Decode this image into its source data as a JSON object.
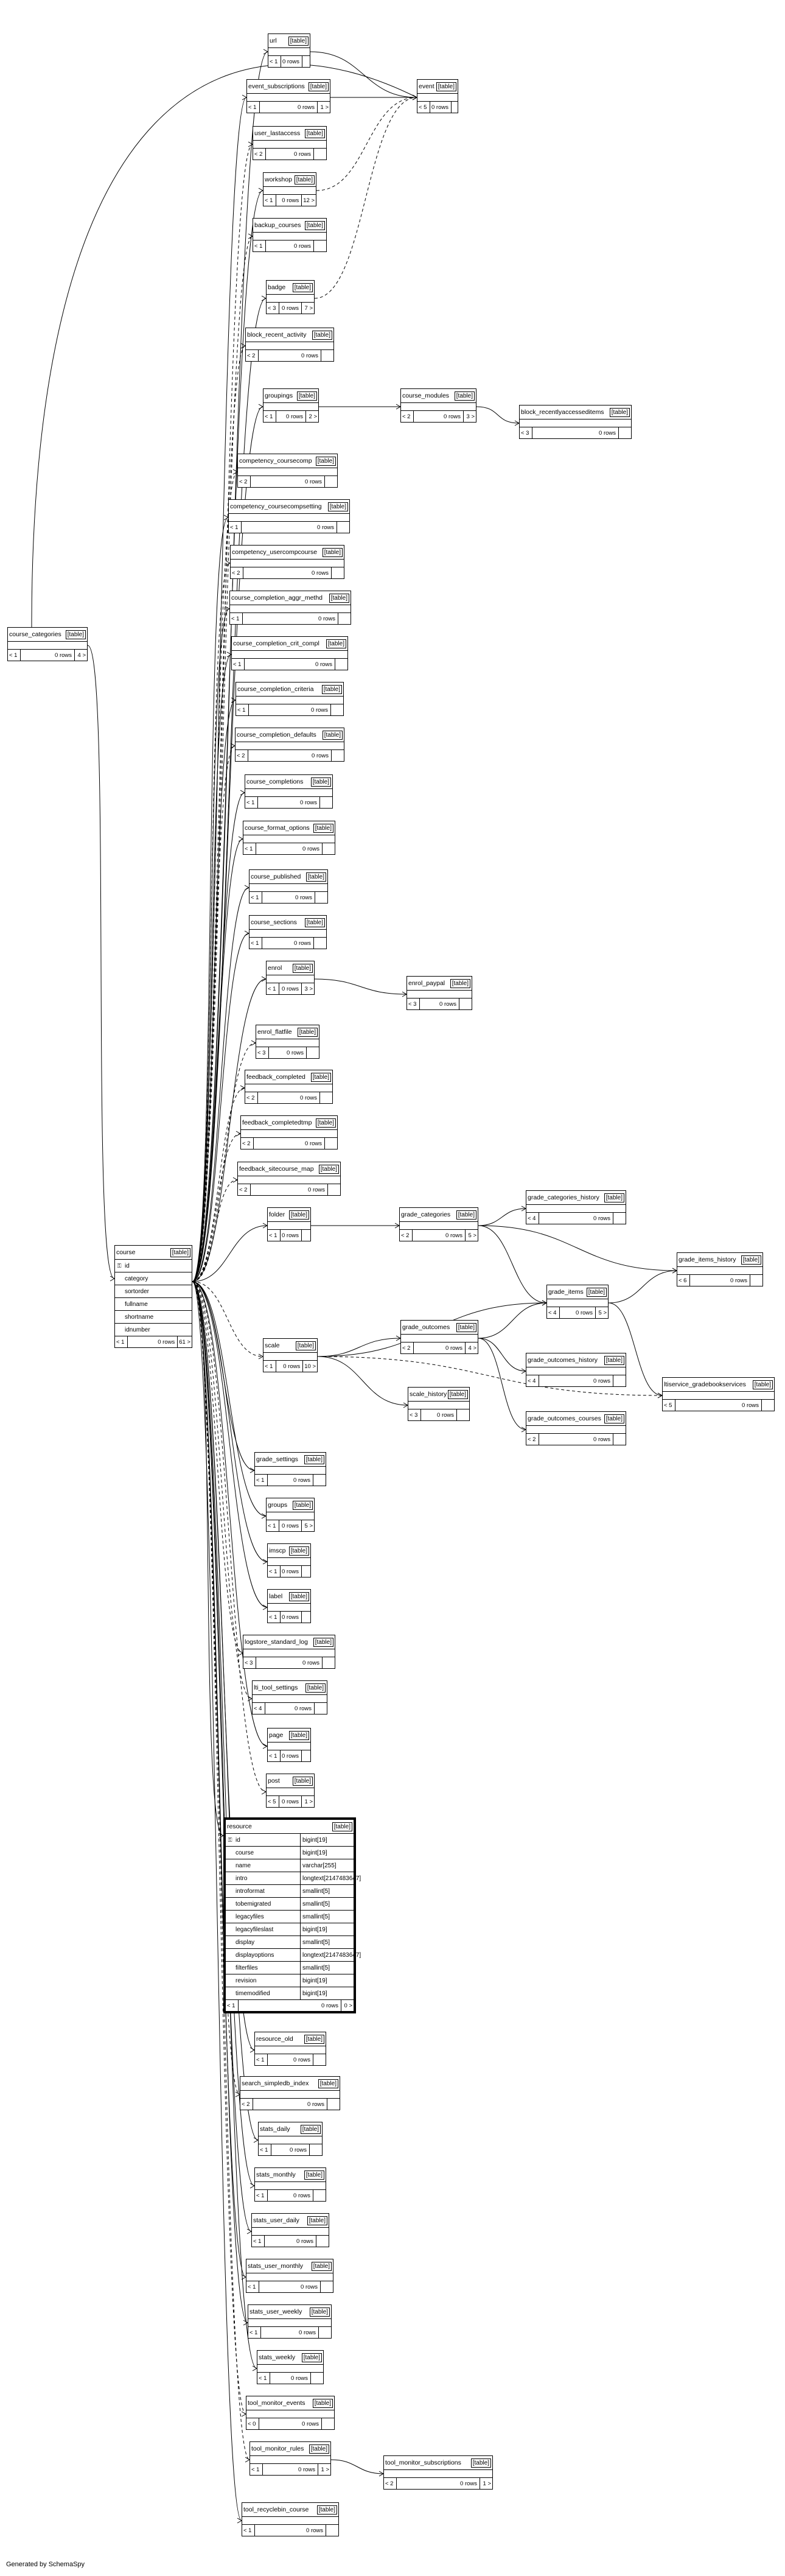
{
  "diagram": {
    "footer_text": "Generated by SchemaSpy",
    "tables": [
      {
        "id": "url",
        "name": "url",
        "kind": "[table]",
        "parents": "< 1",
        "rows": "0 rows",
        "children": ""
      },
      {
        "id": "event_subscriptions",
        "name": "event_subscriptions",
        "kind": "[table]",
        "parents": "< 1",
        "rows": "0 rows",
        "children": "1 >"
      },
      {
        "id": "event",
        "name": "event",
        "kind": "[table]",
        "parents": "< 5",
        "rows": "0 rows",
        "children": ""
      },
      {
        "id": "user_lastaccess",
        "name": "user_lastaccess",
        "kind": "[table]",
        "parents": "< 2",
        "rows": "0 rows",
        "children": ""
      },
      {
        "id": "workshop",
        "name": "workshop",
        "kind": "[table]",
        "parents": "< 1",
        "rows": "0 rows",
        "children": "12 >"
      },
      {
        "id": "backup_courses",
        "name": "backup_courses",
        "kind": "[table]",
        "parents": "< 1",
        "rows": "0 rows",
        "children": ""
      },
      {
        "id": "badge",
        "name": "badge",
        "kind": "[table]",
        "parents": "< 3",
        "rows": "0 rows",
        "children": "7 >"
      },
      {
        "id": "block_recent_activity",
        "name": "block_recent_activity",
        "kind": "[table]",
        "parents": "< 2",
        "rows": "0 rows",
        "children": ""
      },
      {
        "id": "groupings",
        "name": "groupings",
        "kind": "[table]",
        "parents": "< 1",
        "rows": "0 rows",
        "children": "2 >"
      },
      {
        "id": "course_modules",
        "name": "course_modules",
        "kind": "[table]",
        "parents": "< 2",
        "rows": "0 rows",
        "children": "3 >"
      },
      {
        "id": "block_recentlyaccesseditems",
        "name": "block_recentlyaccesseditems",
        "kind": "[table]",
        "parents": "< 3",
        "rows": "0 rows",
        "children": ""
      },
      {
        "id": "competency_coursecomp",
        "name": "competency_coursecomp",
        "kind": "[table]",
        "parents": "< 2",
        "rows": "0 rows",
        "children": ""
      },
      {
        "id": "competency_coursecompsetting",
        "name": "competency_coursecompsetting",
        "kind": "[table]",
        "parents": "< 1",
        "rows": "0 rows",
        "children": ""
      },
      {
        "id": "competency_usercompcourse",
        "name": "competency_usercompcourse",
        "kind": "[table]",
        "parents": "< 2",
        "rows": "0 rows",
        "children": ""
      },
      {
        "id": "course_categories",
        "name": "course_categories",
        "kind": "[table]",
        "parents": "< 1",
        "rows": "0 rows",
        "children": "4 >"
      },
      {
        "id": "course_completion_aggr_methd",
        "name": "course_completion_aggr_methd",
        "kind": "[table]",
        "parents": "< 1",
        "rows": "0 rows",
        "children": ""
      },
      {
        "id": "course_completion_crit_compl",
        "name": "course_completion_crit_compl",
        "kind": "[table]",
        "parents": "< 1",
        "rows": "0 rows",
        "children": ""
      },
      {
        "id": "course_completion_criteria",
        "name": "course_completion_criteria",
        "kind": "[table]",
        "parents": "< 1",
        "rows": "0 rows",
        "children": ""
      },
      {
        "id": "course_completion_defaults",
        "name": "course_completion_defaults",
        "kind": "[table]",
        "parents": "< 2",
        "rows": "0 rows",
        "children": ""
      },
      {
        "id": "course_completions",
        "name": "course_completions",
        "kind": "[table]",
        "parents": "< 1",
        "rows": "0 rows",
        "children": ""
      },
      {
        "id": "course_format_options",
        "name": "course_format_options",
        "kind": "[table]",
        "parents": "< 1",
        "rows": "0 rows",
        "children": ""
      },
      {
        "id": "course_published",
        "name": "course_published",
        "kind": "[table]",
        "parents": "< 1",
        "rows": "0 rows",
        "children": ""
      },
      {
        "id": "course_sections",
        "name": "course_sections",
        "kind": "[table]",
        "parents": "< 1",
        "rows": "0 rows",
        "children": ""
      },
      {
        "id": "enrol",
        "name": "enrol",
        "kind": "[table]",
        "parents": "< 1",
        "rows": "0 rows",
        "children": "3 >"
      },
      {
        "id": "enrol_paypal",
        "name": "enrol_paypal",
        "kind": "[table]",
        "parents": "< 3",
        "rows": "0 rows",
        "children": ""
      },
      {
        "id": "enrol_flatfile",
        "name": "enrol_flatfile",
        "kind": "[table]",
        "parents": "< 3",
        "rows": "0 rows",
        "children": ""
      },
      {
        "id": "feedback_completed",
        "name": "feedback_completed",
        "kind": "[table]",
        "parents": "< 2",
        "rows": "0 rows",
        "children": ""
      },
      {
        "id": "feedback_completedtmp",
        "name": "feedback_completedtmp",
        "kind": "[table]",
        "parents": "< 2",
        "rows": "0 rows",
        "children": ""
      },
      {
        "id": "feedback_sitecourse_map",
        "name": "feedback_sitecourse_map",
        "kind": "[table]",
        "parents": "< 2",
        "rows": "0 rows",
        "children": ""
      },
      {
        "id": "folder",
        "name": "folder",
        "kind": "[table]",
        "parents": "< 1",
        "rows": "0 rows",
        "children": ""
      },
      {
        "id": "grade_categories",
        "name": "grade_categories",
        "kind": "[table]",
        "parents": "< 2",
        "rows": "0 rows",
        "children": "5 >"
      },
      {
        "id": "grade_categories_history",
        "name": "grade_categories_history",
        "kind": "[table]",
        "parents": "< 4",
        "rows": "0 rows",
        "children": ""
      },
      {
        "id": "grade_items_history",
        "name": "grade_items_history",
        "kind": "[table]",
        "parents": "< 6",
        "rows": "0 rows",
        "children": ""
      },
      {
        "id": "grade_items",
        "name": "grade_items",
        "kind": "[table]",
        "parents": "< 4",
        "rows": "0 rows",
        "children": "5 >"
      },
      {
        "id": "scale",
        "name": "scale",
        "kind": "[table]",
        "parents": "< 1",
        "rows": "0 rows",
        "children": "10 >"
      },
      {
        "id": "grade_outcomes",
        "name": "grade_outcomes",
        "kind": "[table]",
        "parents": "< 2",
        "rows": "0 rows",
        "children": "4 >"
      },
      {
        "id": "grade_outcomes_history",
        "name": "grade_outcomes_history",
        "kind": "[table]",
        "parents": "< 4",
        "rows": "0 rows",
        "children": ""
      },
      {
        "id": "ltiservice_gradebookservices",
        "name": "ltiservice_gradebookservices",
        "kind": "[table]",
        "parents": "< 5",
        "rows": "0 rows",
        "children": ""
      },
      {
        "id": "scale_history",
        "name": "scale_history",
        "kind": "[table]",
        "parents": "< 3",
        "rows": "0 rows",
        "children": ""
      },
      {
        "id": "grade_outcomes_courses",
        "name": "grade_outcomes_courses",
        "kind": "[table]",
        "parents": "< 2",
        "rows": "0 rows",
        "children": ""
      },
      {
        "id": "grade_settings",
        "name": "grade_settings",
        "kind": "[table]",
        "parents": "< 1",
        "rows": "0 rows",
        "children": ""
      },
      {
        "id": "groups",
        "name": "groups",
        "kind": "[table]",
        "parents": "< 1",
        "rows": "0 rows",
        "children": "5 >"
      },
      {
        "id": "imscp",
        "name": "imscp",
        "kind": "[table]",
        "parents": "< 1",
        "rows": "0 rows",
        "children": ""
      },
      {
        "id": "label",
        "name": "label",
        "kind": "[table]",
        "parents": "< 1",
        "rows": "0 rows",
        "children": ""
      },
      {
        "id": "logstore_standard_log",
        "name": "logstore_standard_log",
        "kind": "[table]",
        "parents": "< 3",
        "rows": "0 rows",
        "children": ""
      },
      {
        "id": "lti_tool_settings",
        "name": "lti_tool_settings",
        "kind": "[table]",
        "parents": "< 4",
        "rows": "0 rows",
        "children": ""
      },
      {
        "id": "page",
        "name": "page",
        "kind": "[table]",
        "parents": "< 1",
        "rows": "0 rows",
        "children": ""
      },
      {
        "id": "post",
        "name": "post",
        "kind": "[table]",
        "parents": "< 5",
        "rows": "0 rows",
        "children": "1 >"
      },
      {
        "id": "resource_old",
        "name": "resource_old",
        "kind": "[table]",
        "parents": "< 1",
        "rows": "0 rows",
        "children": ""
      },
      {
        "id": "search_simpledb_index",
        "name": "search_simpledb_index",
        "kind": "[table]",
        "parents": "< 2",
        "rows": "0 rows",
        "children": ""
      },
      {
        "id": "stats_daily",
        "name": "stats_daily",
        "kind": "[table]",
        "parents": "< 1",
        "rows": "0 rows",
        "children": ""
      },
      {
        "id": "stats_monthly",
        "name": "stats_monthly",
        "kind": "[table]",
        "parents": "< 1",
        "rows": "0 rows",
        "children": ""
      },
      {
        "id": "stats_user_daily",
        "name": "stats_user_daily",
        "kind": "[table]",
        "parents": "< 1",
        "rows": "0 rows",
        "children": ""
      },
      {
        "id": "stats_user_monthly",
        "name": "stats_user_monthly",
        "kind": "[table]",
        "parents": "< 1",
        "rows": "0 rows",
        "children": ""
      },
      {
        "id": "stats_user_weekly",
        "name": "stats_user_weekly",
        "kind": "[table]",
        "parents": "< 1",
        "rows": "0 rows",
        "children": ""
      },
      {
        "id": "stats_weekly",
        "name": "stats_weekly",
        "kind": "[table]",
        "parents": "< 1",
        "rows": "0 rows",
        "children": ""
      },
      {
        "id": "tool_monitor_events",
        "name": "tool_monitor_events",
        "kind": "[table]",
        "parents": "< 0",
        "rows": "0 rows",
        "children": ""
      },
      {
        "id": "tool_monitor_rules",
        "name": "tool_monitor_rules",
        "kind": "[table]",
        "parents": "< 1",
        "rows": "0 rows",
        "children": "1 >"
      },
      {
        "id": "tool_monitor_subscriptions",
        "name": "tool_monitor_subscriptions",
        "kind": "[table]",
        "parents": "< 2",
        "rows": "0 rows",
        "children": "1 >"
      },
      {
        "id": "tool_recyclebin_course",
        "name": "tool_recyclebin_course",
        "kind": "[table]",
        "parents": "< 1",
        "rows": "0 rows",
        "children": ""
      },
      {
        "id": "course",
        "name": "course",
        "kind": "[table]",
        "parents": "< 1",
        "rows": "0 rows",
        "children": "61 >",
        "columns": [
          {
            "name": "id",
            "type": ""
          },
          {
            "name": "category",
            "type": ""
          },
          {
            "name": "sortorder",
            "type": ""
          },
          {
            "name": "fullname",
            "type": ""
          },
          {
            "name": "shortname",
            "type": ""
          },
          {
            "name": "idnumber",
            "type": ""
          }
        ]
      },
      {
        "id": "resource",
        "name": "resource",
        "kind": "[table]",
        "parents": "< 1",
        "rows": "0 rows",
        "children": "0 >",
        "columns": [
          {
            "name": "id",
            "type": "bigint[19]"
          },
          {
            "name": "course",
            "type": "bigint[19]"
          },
          {
            "name": "name",
            "type": "varchar[255]"
          },
          {
            "name": "intro",
            "type": "longtext[2147483647]"
          },
          {
            "name": "introformat",
            "type": "smallint[5]"
          },
          {
            "name": "tobemigrated",
            "type": "smallint[5]"
          },
          {
            "name": "legacyfiles",
            "type": "smallint[5]"
          },
          {
            "name": "legacyfileslast",
            "type": "bigint[19]"
          },
          {
            "name": "display",
            "type": "smallint[5]"
          },
          {
            "name": "displayoptions",
            "type": "longtext[2147483647]"
          },
          {
            "name": "filterfiles",
            "type": "smallint[5]"
          },
          {
            "name": "revision",
            "type": "bigint[19]"
          },
          {
            "name": "timemodified",
            "type": "bigint[19]"
          }
        ]
      }
    ]
  }
}
